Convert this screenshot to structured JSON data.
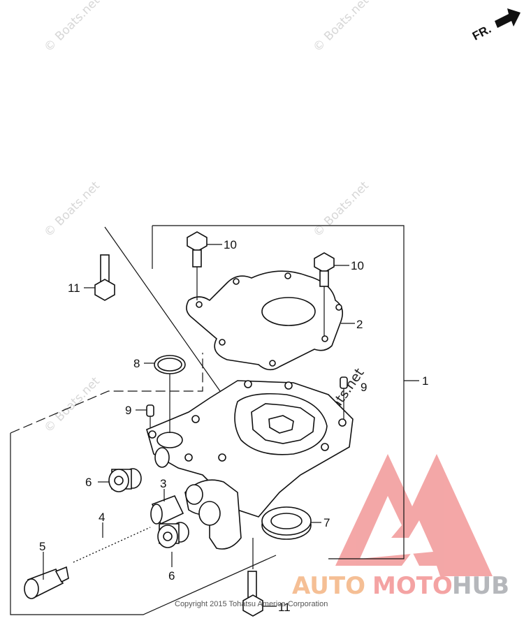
{
  "watermark": "© Boats.net",
  "direction": {
    "label": "FR."
  },
  "callouts": [
    {
      "num": "1"
    },
    {
      "num": "2"
    },
    {
      "num": "3"
    },
    {
      "num": "4"
    },
    {
      "num": "5"
    },
    {
      "num": "6"
    },
    {
      "num": "6"
    },
    {
      "num": "7"
    },
    {
      "num": "8"
    },
    {
      "num": "9"
    },
    {
      "num": "9"
    },
    {
      "num": "10"
    },
    {
      "num": "10"
    },
    {
      "num": "11"
    },
    {
      "num": "11"
    }
  ],
  "copyright": "Copyright 2015 Tohatsu America Corporation",
  "brand": {
    "auto": "AUTO",
    "moto": "MOTO",
    "hub": "HUB",
    "colors": {
      "auto": "#f5b98a",
      "moto": "#f39a9a",
      "hub": "#aeb0b4",
      "logo": "#f08a8a"
    }
  }
}
